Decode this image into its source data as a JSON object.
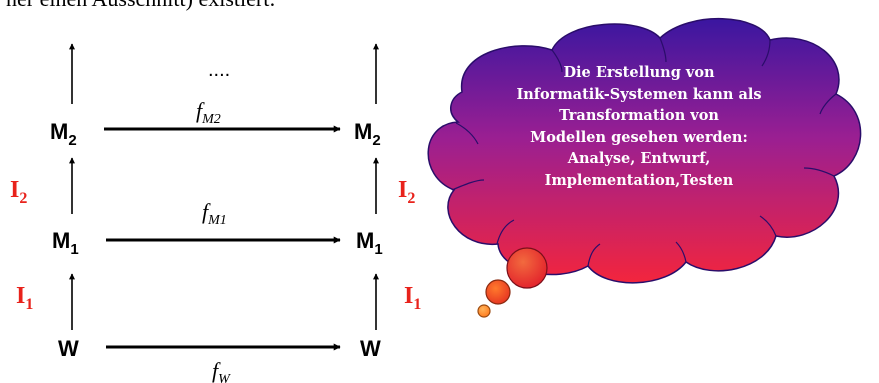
{
  "header": {
    "cut_text": "ner einen Ausschnitt) existiert:"
  },
  "diagram": {
    "nodes": {
      "M2_left": {
        "base": "M",
        "sub": "2"
      },
      "M2_right": {
        "base": "M",
        "sub": "2"
      },
      "M1_left": {
        "base": "M",
        "sub": "1"
      },
      "M1_right": {
        "base": "M",
        "sub": "1"
      },
      "W_left": {
        "base": "W"
      },
      "W_right": {
        "base": "W"
      }
    },
    "maps": {
      "fM2": {
        "base": "f",
        "sub": "M2"
      },
      "fM1": {
        "base": "f",
        "sub": "M1"
      },
      "fW": {
        "base": "f",
        "sub": "W"
      }
    },
    "interpretations": {
      "I2_left": {
        "base": "I",
        "sub": "2"
      },
      "I2_right": {
        "base": "I",
        "sub": "2"
      },
      "I1_left": {
        "base": "I",
        "sub": "1"
      },
      "I1_right": {
        "base": "I",
        "sub": "1"
      }
    },
    "ellipsis": "....",
    "colors": {
      "interpretation_label": "#e8221b",
      "cloud_top": "#3a16a0",
      "cloud_mid": "#a0208f",
      "cloud_bottom": "#f02540",
      "bubble_light": "#ff8a3a",
      "bubble_dark": "#e0202a"
    }
  },
  "thought_cloud": {
    "lines": [
      "Die Erstellung von",
      "Informatik-Systemen  kann als",
      "Transformation von",
      "Modellen  gesehen werden:",
      "Analyse,  Entwurf,",
      "Implementation,Testen"
    ]
  }
}
